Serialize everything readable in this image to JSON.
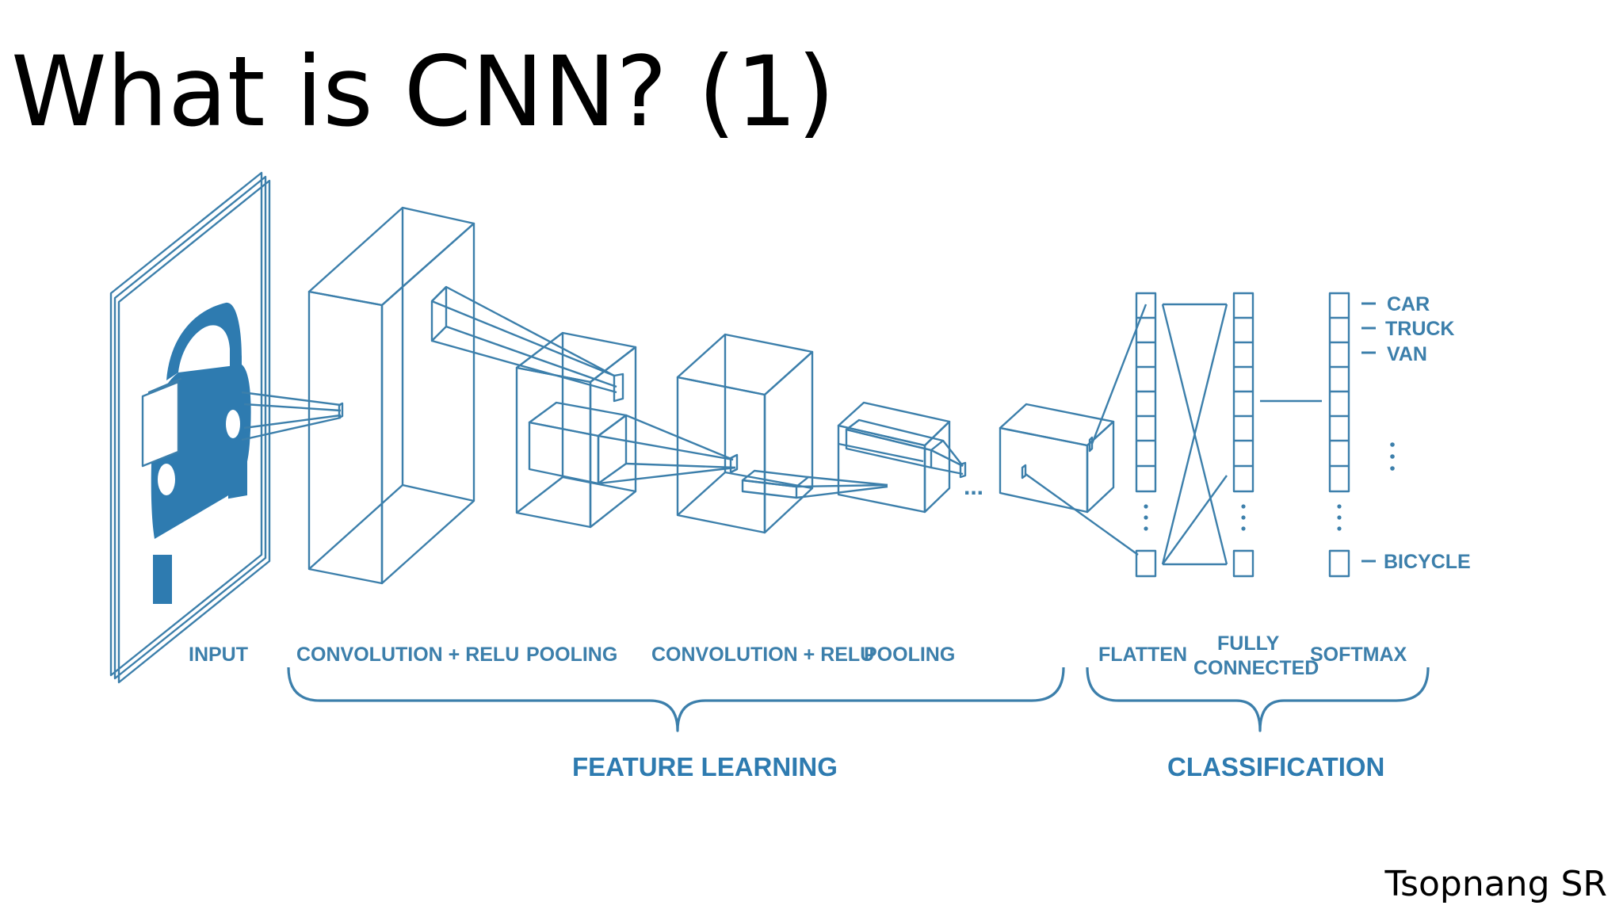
{
  "slide": {
    "title": "What is CNN? (1)",
    "author": "Tsopnang SR"
  },
  "diagram": {
    "accent_color": "#2e7bb0",
    "line_color": "#3c7fab",
    "text_color": "#3c7fab",
    "stages": {
      "input": "INPUT",
      "conv1": "CONVOLUTION + RELU",
      "pool1": "POOLING",
      "conv2": "CONVOLUTION + RELU",
      "pool2": "POOLING",
      "flatten": "FLATTEN",
      "fully_connected_line1": "FULLY",
      "fully_connected_line2": "CONNECTED",
      "softmax": "SOFTMAX"
    },
    "groups": {
      "feature_learning": "FEATURE LEARNING",
      "classification": "CLASSIFICATION"
    },
    "outputs": [
      "CAR",
      "TRUCK",
      "VAN",
      "BICYCLE"
    ],
    "input_icon": "car-icon",
    "ellipsis": "..."
  }
}
